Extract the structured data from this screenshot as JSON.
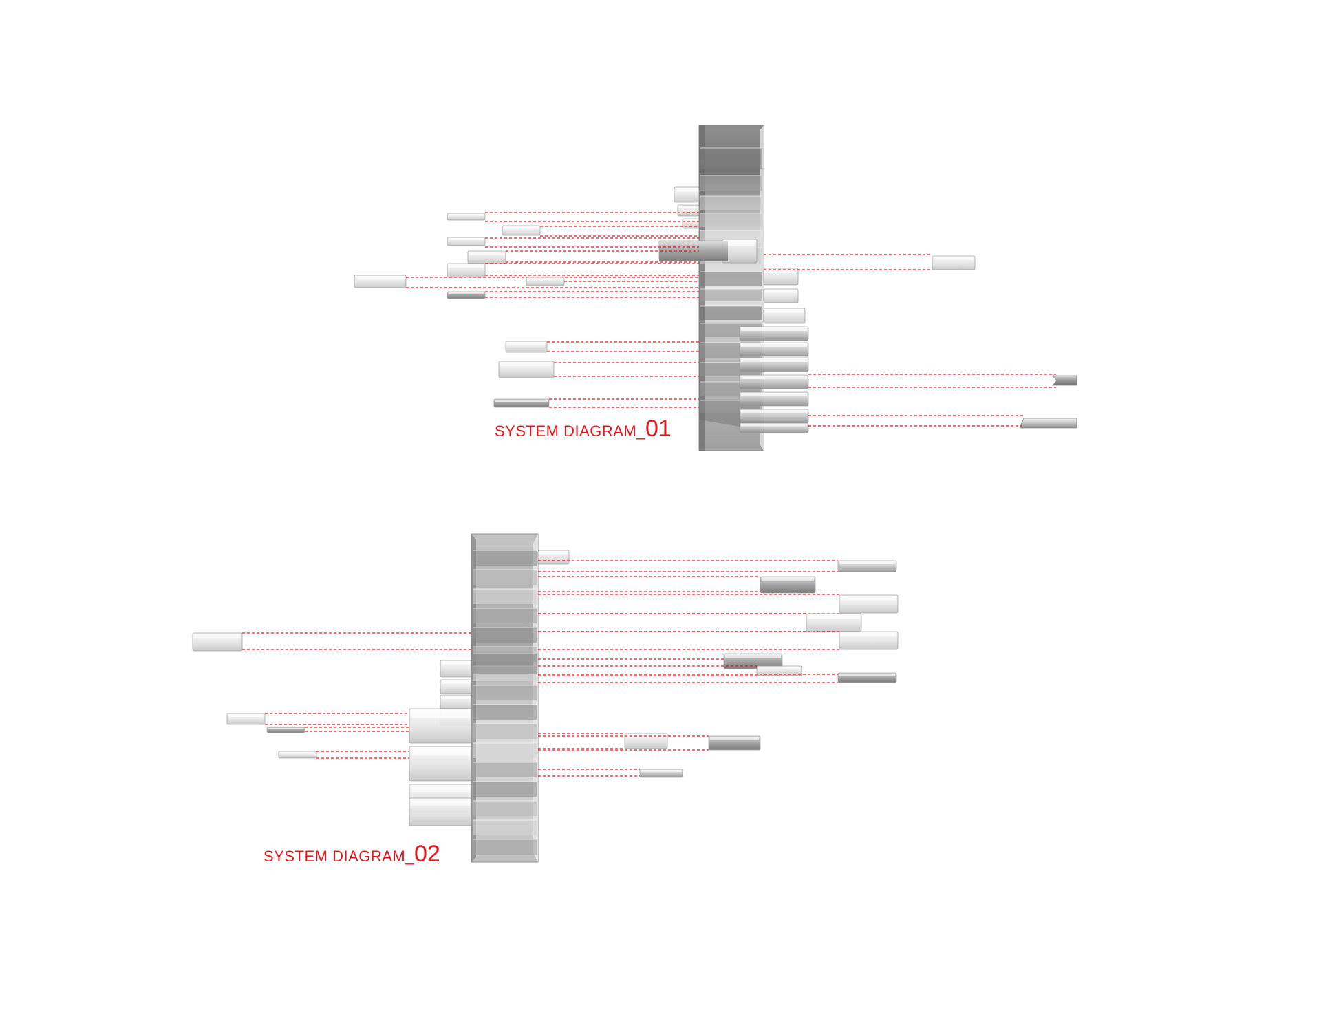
{
  "colors": {
    "accent": "#e8141c",
    "block_dark": "#7d7d7d",
    "block_mid": "#a9a9a9",
    "block_light": "#e2e2e2",
    "background": "#ffffff"
  },
  "diagrams": [
    {
      "title": "SYSTEM DIAGRAM_",
      "number": "01",
      "core_blocks": 13,
      "left_modules": 11,
      "right_modules": 3
    },
    {
      "title": "SYSTEM DIAGRAM_",
      "number": "02",
      "core_blocks": 16,
      "left_modules": 4,
      "right_modules": 11
    }
  ]
}
